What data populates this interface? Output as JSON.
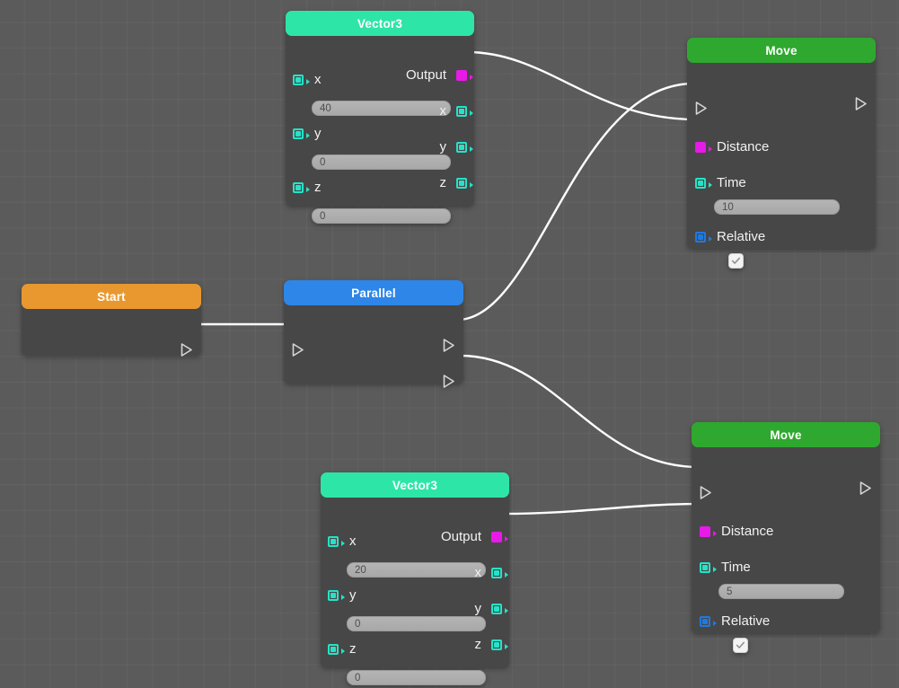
{
  "editor": {
    "name": "node-graph-editor",
    "background_color": "#5b5b5b",
    "grid_color": "#6a6a6a",
    "wire_color": "#ffffff"
  },
  "palette": {
    "header_vector3": "#2ee5a8",
    "header_move": "#2fa82f",
    "header_start": "#e8982f",
    "header_parallel": "#2e86e8",
    "node_body": "#474747",
    "port_data": "#25e3c8",
    "port_bool": "#1f7ae0",
    "port_vector": "#e81ae8",
    "field_bg": "#b0b0b0"
  },
  "nodes": [
    {
      "id": "vector3-top",
      "title": "Vector3",
      "header_color": "#2ee5a8",
      "inputs": [
        {
          "label": "x",
          "port": "cyan",
          "value": "40"
        },
        {
          "label": "y",
          "port": "cyan",
          "value": "0"
        },
        {
          "label": "z",
          "port": "cyan",
          "value": "0"
        }
      ],
      "outputs": [
        {
          "label": "Output",
          "port": "magenta"
        },
        {
          "label": "x",
          "port": "cyan"
        },
        {
          "label": "y",
          "port": "cyan"
        },
        {
          "label": "z",
          "port": "cyan"
        }
      ]
    },
    {
      "id": "move-top",
      "title": "Move",
      "header_color": "#2fa82f",
      "exec_in": "exec-in",
      "exec_out": "exec-out",
      "inputs": [
        {
          "label": "Distance",
          "port": "magenta",
          "value": null
        },
        {
          "label": "Time",
          "port": "cyan",
          "value": "10"
        },
        {
          "label": "Relative",
          "port": "blue",
          "checked": true
        }
      ]
    },
    {
      "id": "start",
      "title": "Start",
      "header_color": "#e8982f",
      "exec_out": "exec-out"
    },
    {
      "id": "parallel",
      "title": "Parallel",
      "header_color": "#2e86e8",
      "exec_in": "exec-in",
      "exec_outs": [
        "exec-out-1",
        "exec-out-2"
      ]
    },
    {
      "id": "vector3-bottom",
      "title": "Vector3",
      "header_color": "#2ee5a8",
      "inputs": [
        {
          "label": "x",
          "port": "cyan",
          "value": "20"
        },
        {
          "label": "y",
          "port": "cyan",
          "value": "0"
        },
        {
          "label": "z",
          "port": "cyan",
          "value": "0"
        }
      ],
      "outputs": [
        {
          "label": "Output",
          "port": "magenta"
        },
        {
          "label": "x",
          "port": "cyan"
        },
        {
          "label": "y",
          "port": "cyan"
        },
        {
          "label": "z",
          "port": "cyan"
        }
      ]
    },
    {
      "id": "move-bottom",
      "title": "Move",
      "header_color": "#2fa82f",
      "exec_in": "exec-in",
      "exec_out": "exec-out",
      "inputs": [
        {
          "label": "Distance",
          "port": "magenta",
          "value": null
        },
        {
          "label": "Time",
          "port": "cyan",
          "value": "5"
        },
        {
          "label": "Relative",
          "port": "blue",
          "checked": true
        }
      ]
    }
  ],
  "labels": {
    "vector3_top_title": "Vector3",
    "vector3_top_x": "x",
    "vector3_top_y": "y",
    "vector3_top_z": "z",
    "vector3_top_x_value": "40",
    "vector3_top_y_value": "0",
    "vector3_top_z_value": "0",
    "vector3_top_output": "Output",
    "vector3_top_out_x": "x",
    "vector3_top_out_y": "y",
    "vector3_top_out_z": "z",
    "move_top_title": "Move",
    "move_top_distance": "Distance",
    "move_top_time": "Time",
    "move_top_time_value": "10",
    "move_top_relative": "Relative",
    "start_title": "Start",
    "parallel_title": "Parallel",
    "vector3_bottom_title": "Vector3",
    "vector3_bottom_x": "x",
    "vector3_bottom_y": "y",
    "vector3_bottom_z": "z",
    "vector3_bottom_x_value": "20",
    "vector3_bottom_y_value": "0",
    "vector3_bottom_z_value": "0",
    "vector3_bottom_output": "Output",
    "vector3_bottom_out_x": "x",
    "vector3_bottom_out_y": "y",
    "vector3_bottom_out_z": "z",
    "move_bottom_title": "Move",
    "move_bottom_distance": "Distance",
    "move_bottom_time": "Time",
    "move_bottom_time_value": "5",
    "move_bottom_relative": "Relative"
  },
  "connections": [
    {
      "from": "vector3-top.Output",
      "to": "move-top.Distance"
    },
    {
      "from": "parallel.exec-out-1",
      "to": "move-top.exec-in"
    },
    {
      "from": "start.exec-out",
      "to": "parallel.exec-in"
    },
    {
      "from": "parallel.exec-out-2",
      "to": "move-bottom.exec-in"
    },
    {
      "from": "vector3-bottom.Output",
      "to": "move-bottom.Distance"
    }
  ]
}
